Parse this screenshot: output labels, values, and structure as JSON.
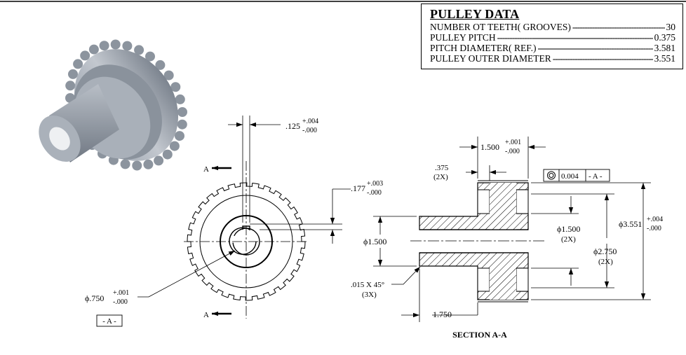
{
  "pulley_data": {
    "title": "PULLEY DATA",
    "rows": [
      {
        "label": "NUMBER OT TEETH( GROOVES)",
        "value": "30"
      },
      {
        "label": "PULLEY PITCH",
        "value": "0.375"
      },
      {
        "label": "PITCH DIAMETER( REF.)",
        "value": "3.581"
      },
      {
        "label": "PULLEY OUTER DIAMETER",
        "value": "3.551"
      }
    ]
  },
  "front_view": {
    "cut_label": "A",
    "keyway_width": {
      "nominal": ".125",
      "upper": "+.004",
      "lower": "-.000"
    },
    "keyway_depth": {
      "nominal": ".177",
      "upper": "+.003",
      "lower": "-.000"
    },
    "bore_dia": {
      "symbol": "ϕ",
      "nominal": ".750",
      "upper": "+.001",
      "lower": "-.000"
    },
    "datum": "- A -"
  },
  "section_view": {
    "title": "SECTION A-A",
    "hub_width": {
      "nominal": "1.500",
      "upper": "+.001",
      "lower": "-.000"
    },
    "flange_thk": {
      "value": ".375",
      "qty": "(2X)"
    },
    "runout": {
      "tolerance": "0.004",
      "datum": "- A -"
    },
    "outer_dia": {
      "symbol": "ϕ",
      "nominal": "3.551",
      "upper": "+.004",
      "lower": "-.000"
    },
    "hub_dia": {
      "text": "ϕ1.500"
    },
    "groove_dia": {
      "text": "ϕ1.500",
      "qty": "(2X)"
    },
    "recess_dia": {
      "text": "ϕ2.750",
      "qty": "(2X)"
    },
    "chamfer": {
      "text": ".015 X 45°",
      "qty": "(3X)"
    },
    "length": {
      "text": "1.750"
    }
  }
}
